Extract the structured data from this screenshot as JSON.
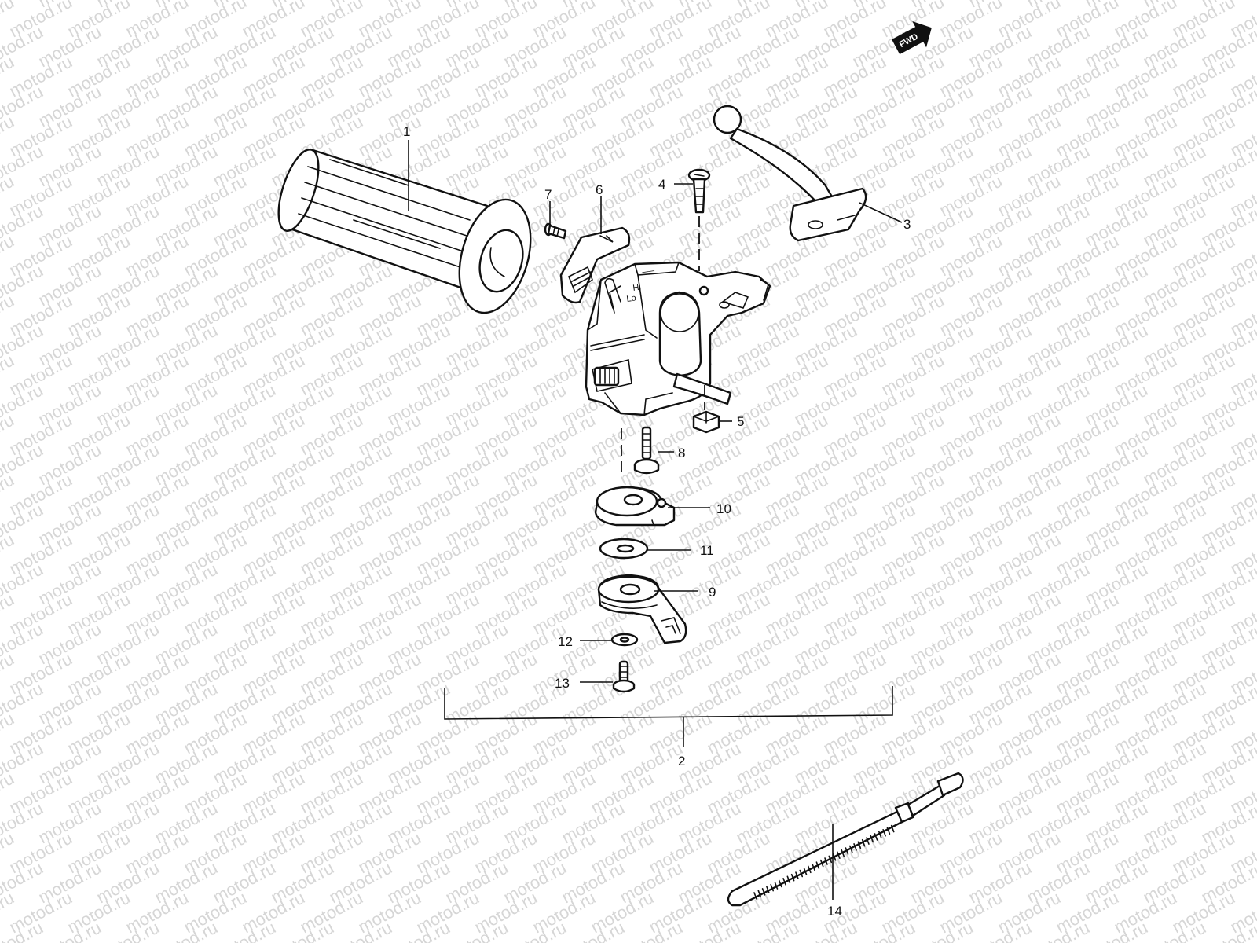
{
  "watermark": {
    "text": "motod.ru"
  },
  "fwd_label": "FWD",
  "switch_marks": {
    "hi": "Hi",
    "lo": "Lo",
    "rule": "──"
  },
  "callouts": [
    {
      "id": "1",
      "label": "1"
    },
    {
      "id": "2",
      "label": "2"
    },
    {
      "id": "3",
      "label": "3"
    },
    {
      "id": "4",
      "label": "4"
    },
    {
      "id": "5",
      "label": "5"
    },
    {
      "id": "6",
      "label": "6"
    },
    {
      "id": "7",
      "label": "7"
    },
    {
      "id": "8",
      "label": "8"
    },
    {
      "id": "9",
      "label": "9"
    },
    {
      "id": "10",
      "label": "10"
    },
    {
      "id": "11",
      "label": "11"
    },
    {
      "id": "12",
      "label": "12"
    },
    {
      "id": "13",
      "label": "13"
    },
    {
      "id": "14",
      "label": "14"
    }
  ]
}
